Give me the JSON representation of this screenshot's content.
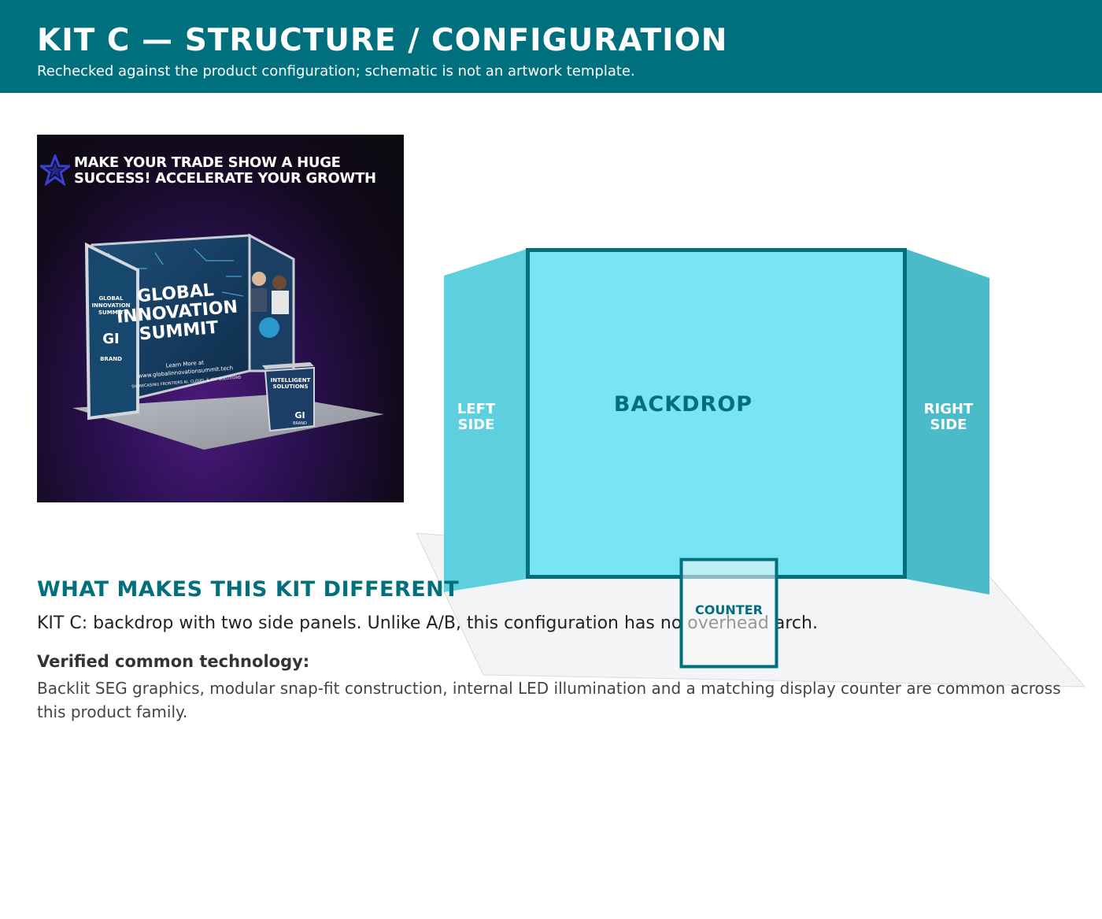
{
  "header": {
    "title": "KIT C — STRUCTURE / CONFIGURATION",
    "subtitle": "Rechecked against the product configuration; schematic is not an artwork template."
  },
  "product_image": {
    "headline": "MAKE YOUR TRADE SHOW A HUGE SUCCESS! ACCELERATE YOUR GROWTH",
    "logo": "star-logo",
    "backdrop_text": [
      "GLOBAL",
      "INNOVATION",
      "SUMMIT"
    ],
    "backdrop_url_line1": "Learn More at",
    "backdrop_url_line2": "www.globalinnovationsummit.tech",
    "backdrop_tagline": "SHOWCASING FRONTIERS AI, CLOUD, & IOT SOLUTIONS",
    "side_text": [
      "GLOBAL",
      "INNOVATION",
      "SUMMIT"
    ],
    "side_brand": "BRAND",
    "side_logo": "GI",
    "counter_text": [
      "INTELLIGENT",
      "SOLUTIONS"
    ],
    "counter_logo": "GI",
    "counter_brand": "BRAND"
  },
  "schematic": {
    "left_label": [
      "LEFT",
      "SIDE"
    ],
    "backdrop_label": "BACKDROP",
    "right_label": [
      "RIGHT",
      "SIDE"
    ],
    "counter_label": "COUNTER",
    "colors": {
      "panel_left": "#5ecfdf",
      "panel_center": "#78e5f2",
      "panel_right": "#4bbac9",
      "outline": "#00707e",
      "floor": "#f2f4f6"
    }
  },
  "section": {
    "heading": "WHAT MAKES THIS KIT DIFFERENT",
    "lead": "KIT C: backdrop with two side panels. Unlike A/B, this configuration has no overhead arch.",
    "subheading": "Verified common technology:",
    "body": "Backlit SEG graphics, modular snap-fit construction, internal LED illumination and a matching display counter are common across this product family."
  },
  "theme": {
    "primary": "#00707e",
    "header_text": "#ffffff"
  }
}
